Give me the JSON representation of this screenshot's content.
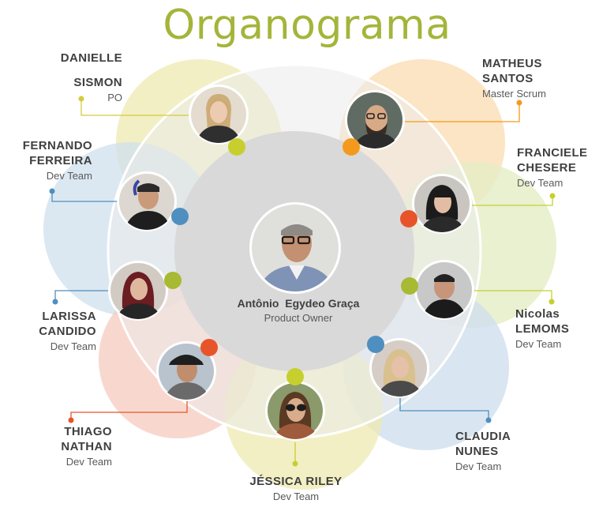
{
  "title": "Organograma",
  "center": {
    "name": "Antônio  Egydeo Graça",
    "role": "Product Owner"
  },
  "members": [
    {
      "key": "danielle",
      "first": "DANIELLE",
      "last": "SISMON",
      "role": "PO",
      "color": "#d4cc3a"
    },
    {
      "key": "matheus",
      "first": "MATHEUS",
      "last": "SANTOS",
      "role": "Master Scrum",
      "color": "#f39a1e"
    },
    {
      "key": "fernando",
      "first": "FERNANDO",
      "last": "FERREIRA",
      "role": "Dev Team",
      "color": "#4f8fbf"
    },
    {
      "key": "franciele",
      "first": "FRANCIELE",
      "last": "CHESERE",
      "role": "Dev Team",
      "color": "#c7cf2f"
    },
    {
      "key": "larissa",
      "first": "LARISSA",
      "last": "CANDIDO",
      "role": "Dev Team",
      "color": "#4f8fbf"
    },
    {
      "key": "nicolas",
      "first": "Nicolas",
      "last": "LEMOMS",
      "role": "Dev Team",
      "color": "#c7cf2f"
    },
    {
      "key": "thiago",
      "first": "THIAGO",
      "last": "NATHAN",
      "role": "Dev Team",
      "color": "#e8542a"
    },
    {
      "key": "claudia",
      "first": "CLAUDIA",
      "last": "NUNES",
      "role": "Dev Team",
      "color": "#4f8fbf"
    },
    {
      "key": "jessica",
      "first": "JÉSSICA RILEY",
      "last": "",
      "role": "Dev Team",
      "color": "#c7cf2f"
    }
  ],
  "colors": {
    "title_green": "#a4b53a",
    "petal_yellow": "#eeeab0",
    "petal_orange": "#fbdcb0",
    "petal_green": "#e3edc4",
    "petal_blue": "#cfe0ee",
    "petal_red": "#f6cbbd",
    "ring_grey": "#ebebeb",
    "center_grey": "#d9d9d9"
  },
  "icons": {
    "person_photo": "person-photo-icon"
  }
}
